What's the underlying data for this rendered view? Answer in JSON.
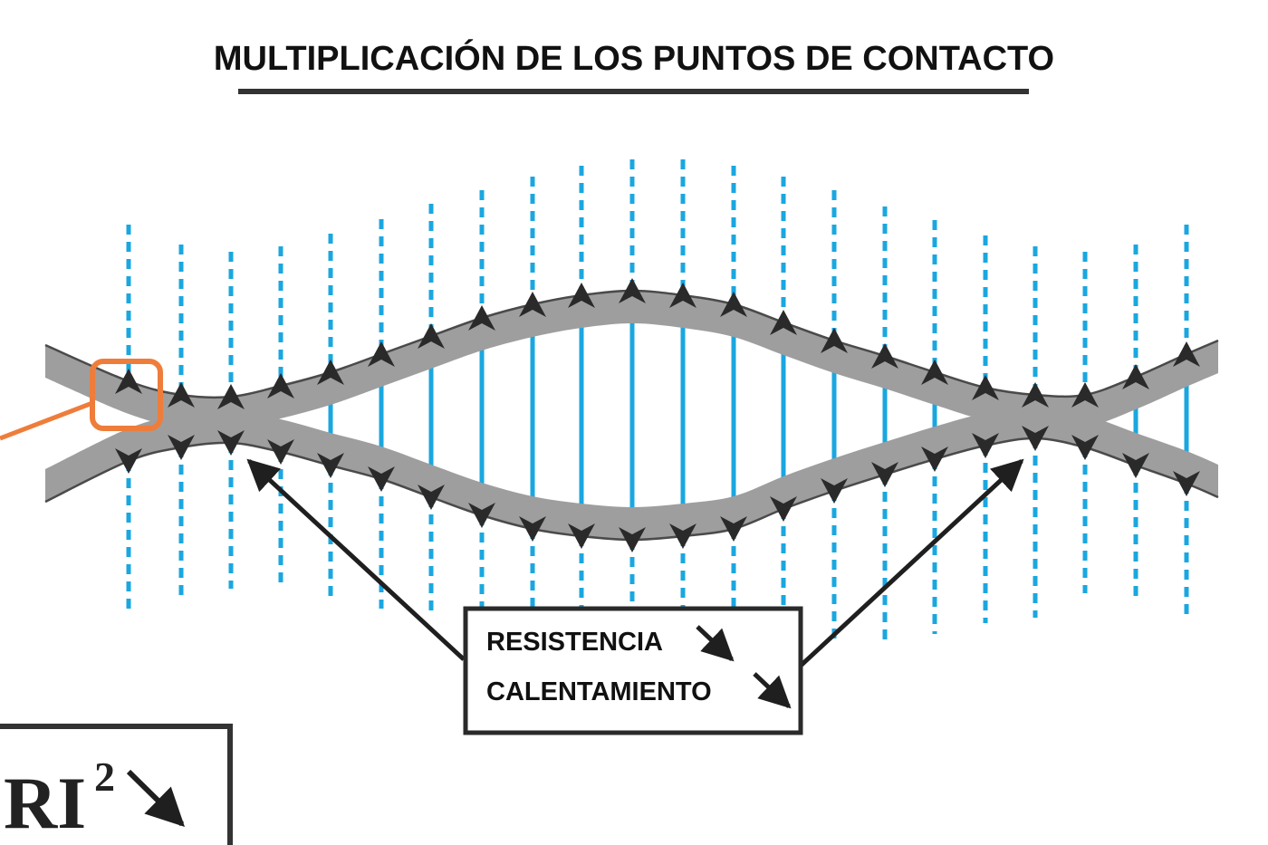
{
  "title": "MULTIPLICACIÓN DE LOS PUNTOS DE CONTACTO",
  "callout": {
    "line1": "RESISTENCIA",
    "line2": "CALENTAMIENTO"
  },
  "formula": {
    "base": "RI",
    "exponent": "2"
  },
  "icons": {
    "arrow": "arrow-down-right-icon",
    "force": "contact-force-arrow-icon"
  },
  "colors": {
    "conductor": "#9e9e9e",
    "conductor_edge": "#4a4a4a",
    "current_line": "#1aa7e0",
    "arrow": "#2a2a2a",
    "highlight": "#ee7d3b",
    "ink": "#1a1a1a"
  }
}
